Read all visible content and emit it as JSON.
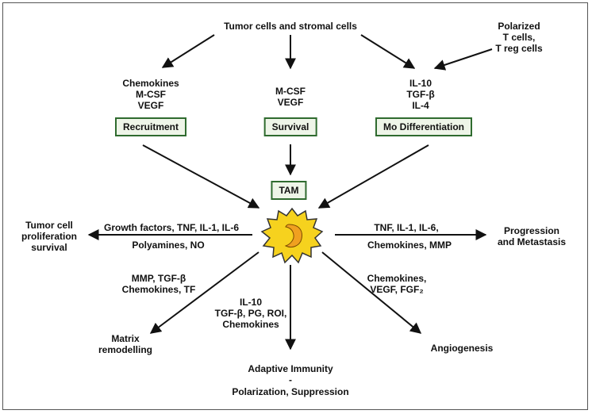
{
  "top": {
    "sources": "Tumor cells and stromal cells",
    "polarized": [
      "Polarized",
      "T cells,",
      "T reg cells"
    ]
  },
  "factors": {
    "recruitment": [
      "Chemokines",
      "M-CSF",
      "VEGF"
    ],
    "survival": [
      "M-CSF",
      "VEGF"
    ],
    "differentiation": [
      "IL-10",
      "TGF-β",
      "IL-4"
    ]
  },
  "boxes": {
    "recruitment": "Recruitment",
    "survival": "Survival",
    "differentiation": "Mo Differentiation",
    "tam": "TAM"
  },
  "left": {
    "above": "Growth factors, TNF, IL-1, IL-6",
    "below": "Polyamines, NO",
    "target": [
      "Tumor cell",
      "proliferation",
      "survival"
    ]
  },
  "right": {
    "above": "TNF, IL-1, IL-6,",
    "below": "Chemokines, MMP",
    "target": [
      "Progression",
      "and Metastasis"
    ]
  },
  "lower_left": {
    "factors": [
      "MMP, TGF-β",
      "Chemokines, TF"
    ],
    "target": [
      "Matrix",
      "remodelling"
    ]
  },
  "bottom": {
    "factors": [
      "IL-10",
      "TGF-β, PG, ROI,",
      "Chemokines"
    ],
    "target": [
      "Adaptive Immunity",
      "-",
      "Polarization, Suppression"
    ]
  },
  "lower_right": {
    "factors": [
      "Chemokines,",
      "VEGF, FGF₂"
    ],
    "target": "Angiogenesis"
  },
  "colors": {
    "box_border": "#2f6b2f",
    "box_fill": "#eef5e8",
    "cell_fill": "#f6d21e",
    "nucleus": "#f0a020"
  }
}
